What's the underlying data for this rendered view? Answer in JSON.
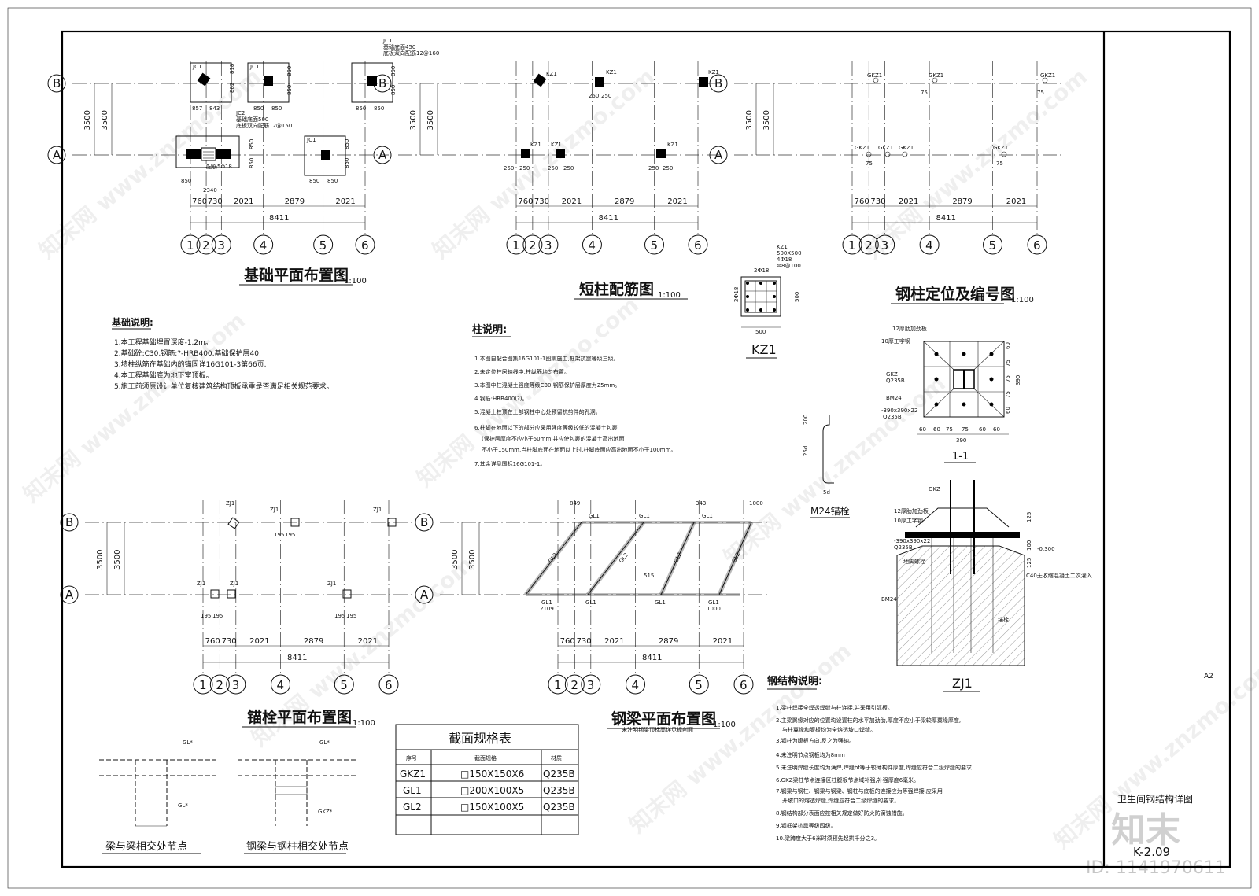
{
  "sheet": {
    "size_tag": "A2",
    "drawing_title": "卫生间钢结构详图",
    "drawing_no": "K-2.09",
    "id_label": "ID: 1141970611",
    "logo_text": "知末",
    "watermark": "知末网 www.znzmo.com"
  },
  "grid": {
    "rows": [
      "B",
      "A"
    ],
    "cols": [
      "1",
      "2",
      "3",
      "4",
      "5",
      "6"
    ],
    "row_span": "3500",
    "col_dims": [
      "760",
      "730",
      "2021",
      "2879",
      "2021"
    ],
    "total": "8411"
  },
  "plans": [
    {
      "title": "基础平面布置图",
      "scale": "1:100"
    },
    {
      "title": "短柱配筋图",
      "scale": "1:100"
    },
    {
      "title": "钢柱定位及编号图",
      "scale": "1:100"
    },
    {
      "title": "锚栓平面布置图",
      "scale": "1:100"
    },
    {
      "title": "钢梁平面布置图",
      "scale": "1:100",
      "note": "未注明钢梁顶标高详见规剖面"
    }
  ],
  "foundation": {
    "labels": [
      "JC1",
      "JC1",
      "JC1",
      "JC1",
      "JC2"
    ],
    "jc1_note": [
      "基础底面450",
      "底板双向配筋12@160"
    ],
    "jc2_note": [
      "基础底面500",
      "底板双向配筋12@150"
    ],
    "beam_label": "配筋5Φ18",
    "dims": {
      "a": "857",
      "b": "843",
      "c": "850",
      "d": "850",
      "e": "818",
      "f": "882",
      "g": "2340"
    },
    "notes_title": "基础说明:",
    "notes": [
      "1.本工程基础埋置深度-1.2m。",
      "2.基础砼:C30,钢筋:?-HRB400,基础保护层40.",
      "3.墙柱纵筋在基础内的锚固详16G101-3第66页.",
      "4.本工程基础底为地下室顶板。",
      "5.施工前须原设计单位复核建筑结构顶板承重是否满足相关规范要求。"
    ]
  },
  "column": {
    "label": "KZ1",
    "spec": [
      "KZ1",
      "500X500",
      "4Ф18",
      "Ф8@100"
    ],
    "bar_label_top": "2Ф18",
    "bar_label_side": "2Ф18",
    "size": "500",
    "dims_250": "250",
    "notes_title": "柱说明:",
    "notes": [
      "1.本图自配合图集16G101-1图集施工,框架抗震等级三级。",
      "2.未定位柱居轴线中,柱纵筋均匀布置。",
      "3.本图中柱混凝土强度等级C30,钢筋保护层厚度为25mm。",
      "4.钢筋:HRB400(?)。",
      "5.混凝土柱顶在上部钢柱中心处预留抗剪件的孔洞。",
      "6.柱脚在地面以下的部分应采用强度等级较低的混凝土包裹",
      "(保护层厚度不应小于50mm,并应使包裹的混凝土高出地面",
      "不小于150mm,当柱脚底面在地面以上时,柱脚底面应高出地面不小于100mm。",
      "7.其余详见国标16G101-1。"
    ]
  },
  "steel_column": {
    "label": "GKZ1",
    "dim": "75"
  },
  "base_plate": {
    "section": "1-1",
    "labels": [
      "12厚肋加劲板",
      "10厚工字钢",
      "GKZ",
      "Q235B",
      "BM24",
      "-390x390x22",
      "Q235B"
    ],
    "dims_bottom": [
      "60",
      "60",
      "75",
      "75",
      "60",
      "60"
    ],
    "total": "390",
    "dims_side": [
      "60",
      "75",
      "75",
      "75",
      "60"
    ]
  },
  "anchor": {
    "title": "M24锚栓",
    "labels": [
      "200",
      "25d",
      "5d"
    ],
    "zj_label": "ZJ1",
    "dim": "195",
    "zj1_labels": [
      "GKZ",
      "12厚肋加劲板",
      "10厚工字钢",
      "-390x390x22",
      "Q235B",
      "BM24",
      "C40无收缩混凝土二次灌入",
      "-0.300",
      "地脚螺栓",
      "锚栓"
    ],
    "zj1_dims": [
      "125",
      "100",
      "125"
    ]
  },
  "beams": {
    "labels": [
      "GL1",
      "GL2"
    ],
    "dims": [
      "849",
      "343",
      "1000",
      "515",
      "2109",
      "1000"
    ]
  },
  "section_table": {
    "title": "截面规格表",
    "headers": [
      "序号",
      "截面规格",
      "材质"
    ],
    "rows": [
      [
        "GKZ1",
        "□150X150X6",
        "Q235B"
      ],
      [
        "GL1",
        "□200X100X5",
        "Q235B"
      ],
      [
        "GL2",
        "□150X100X5",
        "Q235B"
      ]
    ]
  },
  "joints": [
    {
      "title": "梁与梁相交处节点",
      "labels": [
        "GL*",
        "GL*"
      ]
    },
    {
      "title": "钢梁与钢柱相交处节点",
      "labels": [
        "GL*",
        "GKZ*"
      ]
    }
  ],
  "steel_notes": {
    "title": "钢结构说明:",
    "notes": [
      "1.梁柱焊接全焊透焊缝与柱连接,并采用引弧板。",
      "2.主梁翼缘对应的位置均设置柱的水平加劲肋,厚度不应小于梁较厚翼缘厚度,",
      "与柱翼缘和腹板均为全熔透坡口焊缝。",
      "3.钢柱为腹板方向,反之为强轴。",
      "4.未注明节点钢板均为8mm",
      "5.未注明焊缝长度均为满焊,焊缝hf等于较薄构件厚度,焊缝应符合二级焊缝的要求",
      "6.GKZ梁柱节点连接区柱腹板节点域补强,补强厚度6毫米。",
      "7.钢梁与钢柱、钢梁与钢梁、钢柱与底板的连接应为等强焊接,应采用",
      "开坡口的熔透焊缝,焊缝应符合二级焊缝的要求。",
      "8.钢结构部分表面应按相关规定做好防火防腐蚀措施。",
      "9.钢框架抗震等级四级。",
      "10.梁跨度大于6米时须预先起拱千分之3。"
    ]
  }
}
